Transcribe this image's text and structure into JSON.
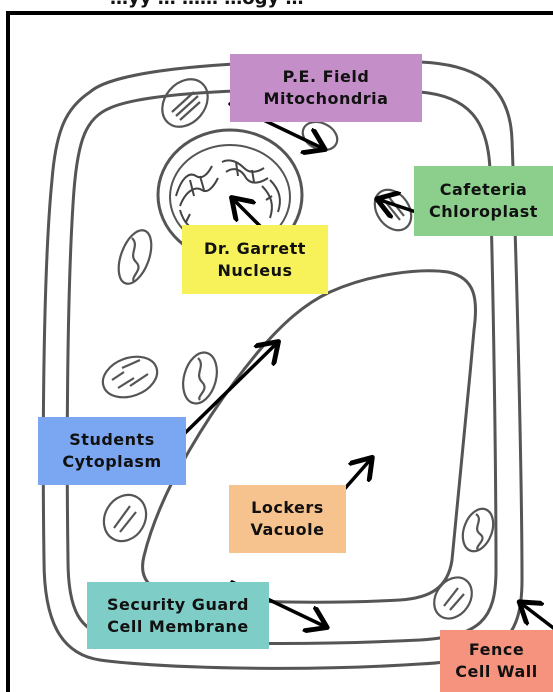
{
  "page": {
    "cut_off_heading": "…yy … …… …ogy …"
  },
  "labels": {
    "mitochondria": {
      "line1": "P.E. Field",
      "line2": "Mitochondria",
      "color": "#c48fc9"
    },
    "chloroplast": {
      "line1": "Cafeteria",
      "line2": "Chloroplast",
      "color": "#8ccf8c"
    },
    "nucleus": {
      "line1": "Dr. Garrett",
      "line2": "Nucleus",
      "color": "#f7f25a"
    },
    "cytoplasm": {
      "line1": "Students",
      "line2": "Cytoplasm",
      "color": "#7ba6f2"
    },
    "vacuole": {
      "line1": "Lockers",
      "line2": "Vacuole",
      "color": "#f6c28d"
    },
    "cell_membrane": {
      "line1": "Security Guard",
      "line2": "Cell Membrane",
      "color": "#7fcdc7"
    },
    "cell_wall": {
      "line1": "Fence",
      "line2": "Cell Wall",
      "color": "#f5937e"
    }
  },
  "colors": {
    "outline": "#555555",
    "arrow": "#000000",
    "frame": "#000000"
  }
}
